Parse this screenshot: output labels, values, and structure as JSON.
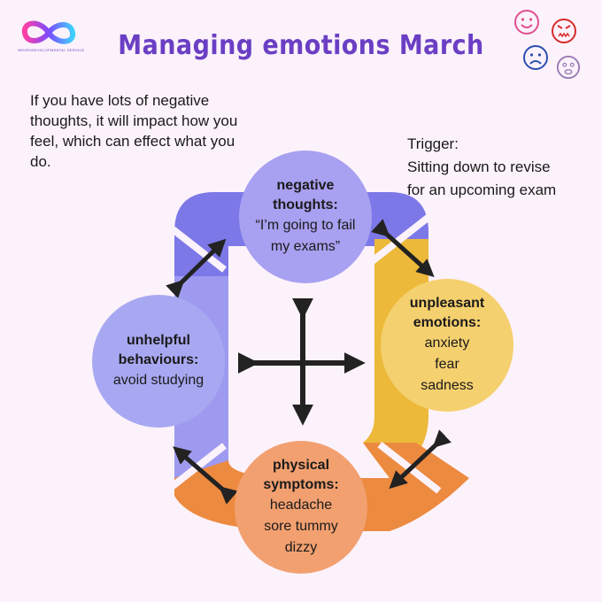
{
  "title": "Managing emotions March",
  "logo_text": "NEURODEVELOPMENTAL SERVICE",
  "intro": "If you have lots of negative thoughts, it will impact how you feel, which can effect what you do.",
  "trigger": {
    "label": "Trigger:",
    "line1": "Sitting down to revise",
    "line2": "for an upcoming exam"
  },
  "nodes": {
    "thoughts": {
      "h1": "negative",
      "h2": "thoughts:",
      "l1": "“I’m going to fail",
      "l2": "my exams”",
      "color": "#a8a0f0"
    },
    "emotions": {
      "h1": "unpleasant",
      "h2": "emotions:",
      "l1": "anxiety",
      "l2": "fear",
      "l3": "sadness",
      "color": "#f5d06f"
    },
    "physical": {
      "h1": "physical",
      "h2": "symptoms:",
      "l1": "headache",
      "l2": "sore tummy",
      "l3": "dizzy",
      "color": "#f2a070"
    },
    "behaviours": {
      "h1": "unhelpful",
      "h2": "behaviours:",
      "l1": "avoid studying",
      "color": "#a8a8f2"
    }
  },
  "colors": {
    "background": "#fcf2fb",
    "title": "#6b3fc4",
    "ring_purple": "#7d78e8",
    "ring_yellow": "#ecb93a",
    "ring_orange": "#ec8a3f",
    "ring_lavender": "#9e9af0",
    "arrow": "#222222"
  },
  "emojis": [
    "happy-face",
    "angry-face",
    "sad-face",
    "worried-face"
  ]
}
